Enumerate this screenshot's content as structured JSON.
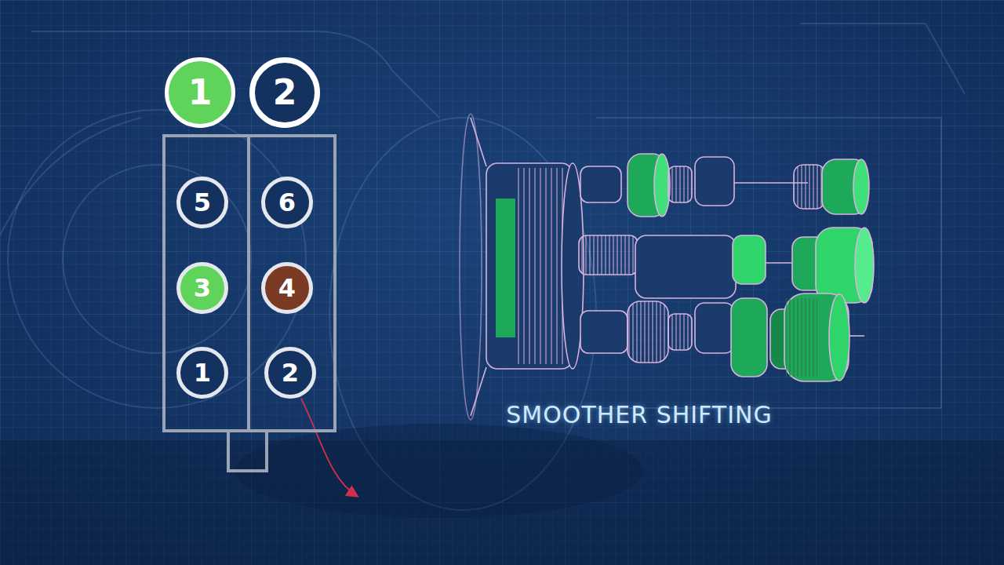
{
  "diagram": {
    "nodes": [
      {
        "text": [
          "1"
        ]
      },
      {
        "text": [
          "2"
        ]
      },
      {
        "text": [
          "5"
        ]
      },
      {
        "text": [
          "6"
        ]
      },
      {
        "text": [
          "3"
        ]
      },
      {
        "text": [
          "4"
        ]
      },
      {
        "text": [
          "1"
        ]
      },
      {
        "text": [
          "2"
        ]
      }
    ],
    "labels": [
      "SMOOTHER SHIFTING"
    ]
  }
}
